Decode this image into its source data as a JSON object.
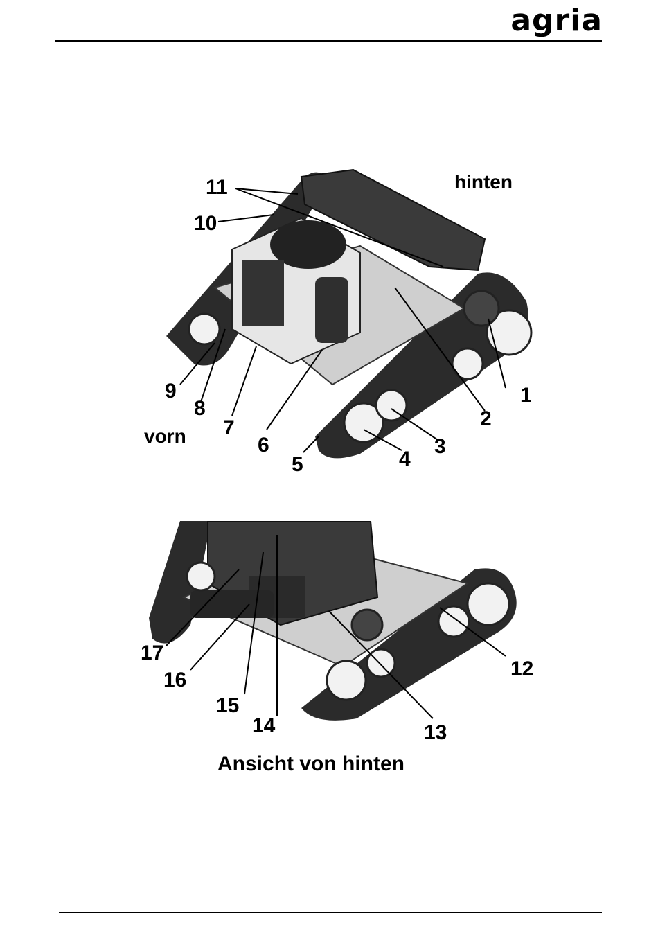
{
  "header": {
    "logo_text": "agria"
  },
  "figure_top": {
    "label_back": "hinten",
    "label_front": "vorn",
    "callouts": [
      "1",
      "2",
      "3",
      "4",
      "5",
      "6",
      "7",
      "8",
      "9",
      "10",
      "11"
    ]
  },
  "figure_bottom": {
    "callouts": [
      "12",
      "13",
      "14",
      "15",
      "16",
      "17"
    ],
    "caption": "Ansicht von hinten"
  },
  "colors": {
    "ink": "#000000",
    "machine_dark": "#2b2b2b",
    "machine_mid": "#6e6e6e",
    "machine_light": "#d9d9d9"
  }
}
